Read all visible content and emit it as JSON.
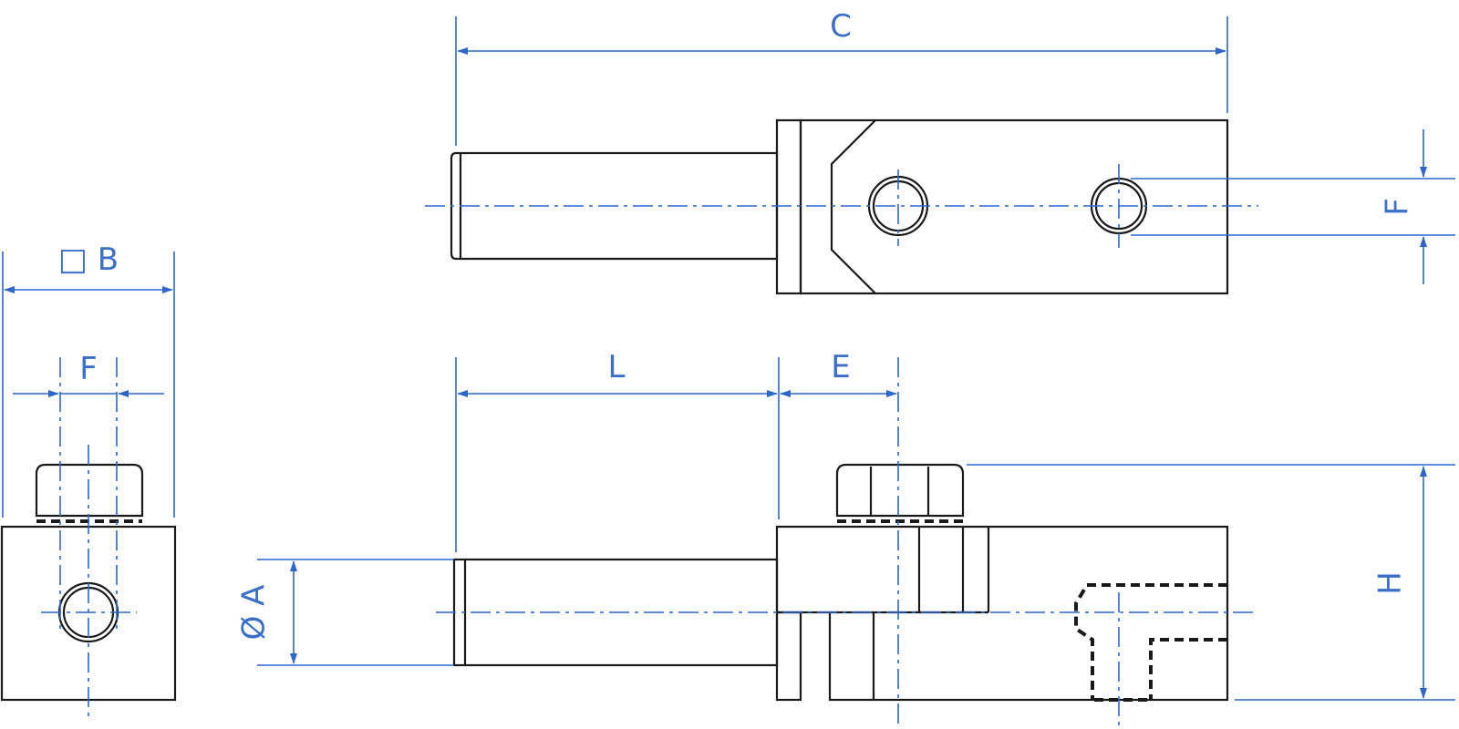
{
  "labels": {
    "C": "C",
    "F_top": "F",
    "square_B": "□ B",
    "F_side": "F",
    "L": "L",
    "E": "E",
    "A": "Ø A",
    "H": "H"
  },
  "colors": {
    "outline": "#1a1a1a",
    "dimension": "#2f67c9",
    "label": "#3b6fc8"
  }
}
